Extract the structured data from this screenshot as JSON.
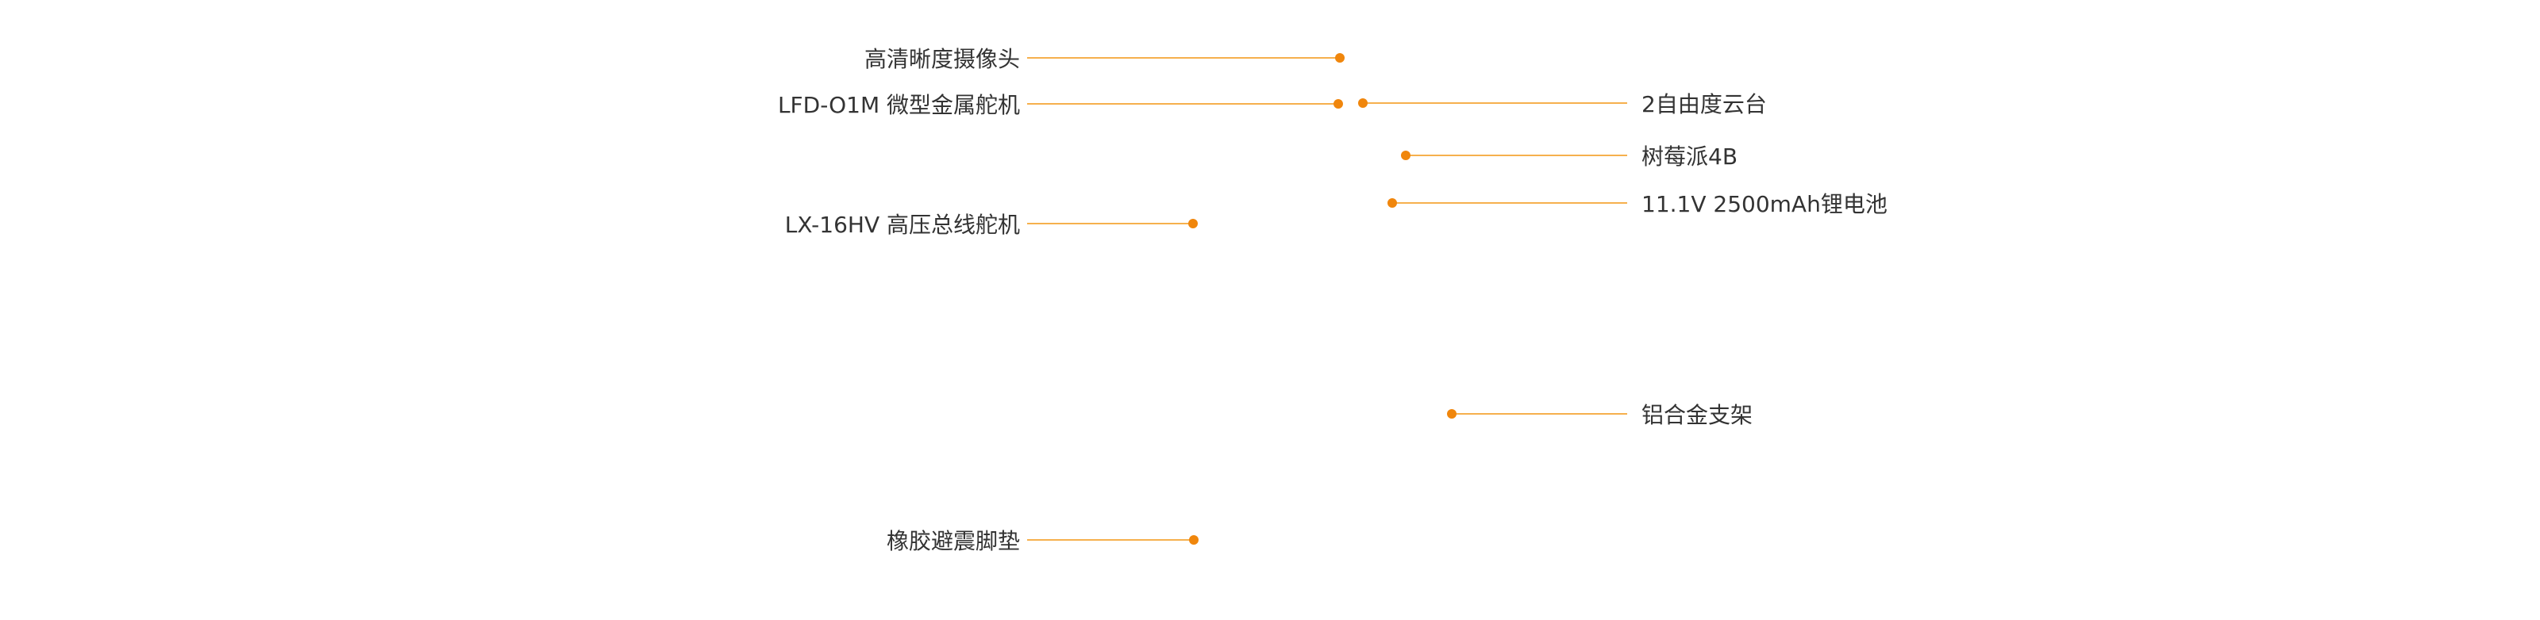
{
  "colors": {
    "leader_line": "#f6b04d",
    "dot": "#f0860c",
    "text": "#333333",
    "background": "#ffffff"
  },
  "callouts": [
    {
      "id": "hd-camera",
      "text": "高清晰度摄像头",
      "side": "left"
    },
    {
      "id": "micro-servo",
      "text": "LFD-O1M 微型金属舵机",
      "side": "left"
    },
    {
      "id": "bus-servo",
      "text": "LX-16HV 高压总线舵机",
      "side": "left"
    },
    {
      "id": "rubber-pad",
      "text": "橡胶避震脚垫",
      "side": "left"
    },
    {
      "id": "gimbal",
      "text": "2自由度云台",
      "side": "right"
    },
    {
      "id": "raspberry-pi",
      "text": "树莓派4B",
      "side": "right"
    },
    {
      "id": "battery",
      "text": "11.1V 2500mAh锂电池",
      "side": "right"
    },
    {
      "id": "bracket",
      "text": "铝合金支架",
      "side": "right"
    }
  ]
}
